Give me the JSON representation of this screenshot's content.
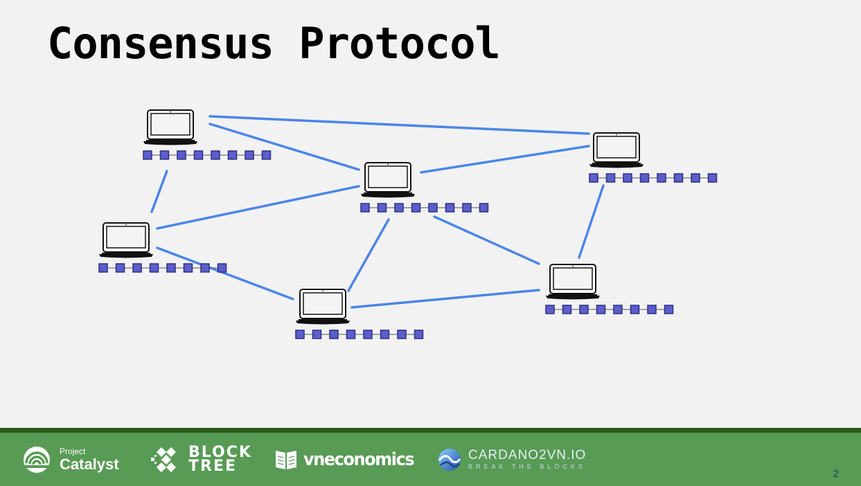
{
  "slide": {
    "title": "Consensus Protocol",
    "page_number": "2"
  },
  "diagram": {
    "edge_color": "#4a86e8",
    "block_fill": "#5b5fc7",
    "block_stroke": "#2d2f8a",
    "blocks_per_chain": 8,
    "nodes": [
      {
        "id": "n1"
      },
      {
        "id": "n2"
      },
      {
        "id": "n3"
      },
      {
        "id": "n4"
      },
      {
        "id": "n5"
      },
      {
        "id": "n6"
      }
    ],
    "edges": [
      [
        "n1",
        "n4"
      ],
      [
        "n1",
        "n3"
      ],
      [
        "n1",
        "n2"
      ],
      [
        "n3",
        "n4"
      ],
      [
        "n2",
        "n3"
      ],
      [
        "n2",
        "n5"
      ],
      [
        "n3",
        "n5"
      ],
      [
        "n3",
        "n6"
      ],
      [
        "n5",
        "n6"
      ],
      [
        "n6",
        "n4"
      ]
    ]
  },
  "footer": {
    "background": "#589b55",
    "logos": {
      "catalyst": {
        "small": "Project",
        "big": "Catalyst",
        "icon": "catalyst-arc-icon"
      },
      "blocktree": {
        "line1": "BLOCK",
        "line2": "TREE",
        "icon": "blocktree-cross-icon"
      },
      "vneconomics": {
        "name": "vneconomics",
        "icon": "book-icon"
      },
      "cardano2vn": {
        "name": "CARDANO2VN.IO",
        "tagline": "BREAK THE BLOCKS",
        "icon": "wave-circle-icon"
      }
    }
  }
}
